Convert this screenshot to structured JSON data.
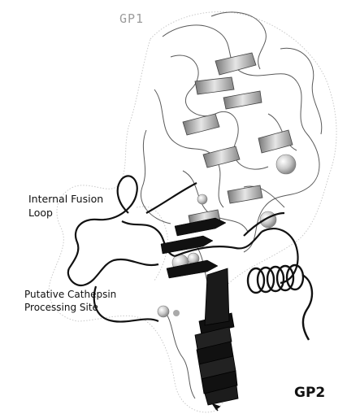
{
  "figure": {
    "labels": {
      "gp1": "GP1",
      "fusion_line1": "Internal Fusion",
      "fusion_line2": "Loop",
      "cathepsin_line1": "Putative Cathepsin",
      "cathepsin_line2": "Processing Site",
      "gp2": "GP2"
    },
    "colors": {
      "gp1_ribbon": "#a8a8a8",
      "gp1_outline": "#555555",
      "gp2_ribbon": "#111111",
      "spheres": "#b5b5b5",
      "gp1_label": "#9c9c9c"
    }
  }
}
